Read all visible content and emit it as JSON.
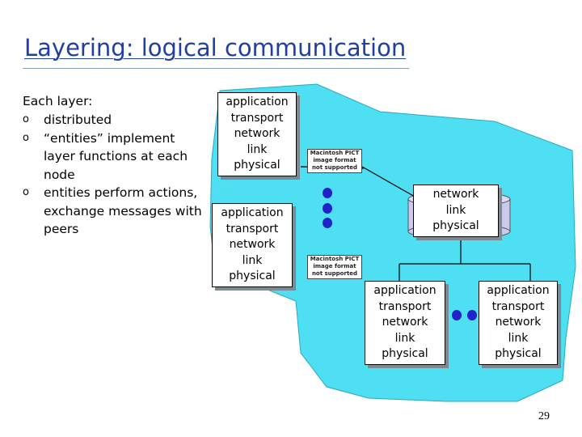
{
  "title": "Layering: logical communication",
  "intro": {
    "lead": "Each layer:",
    "bullets": [
      "distributed",
      "“entities” implement layer functions at each node",
      "entities perform actions, exchange messages with peers"
    ]
  },
  "stacks": {
    "top_left": [
      "application",
      "transport",
      "network",
      "link",
      "physical"
    ],
    "mid_left": [
      "application",
      "transport",
      "network",
      "link",
      "physical"
    ],
    "router": [
      "network",
      "link",
      "physical"
    ],
    "bottom_mid": [
      "application",
      "transport",
      "network",
      "link",
      "physical"
    ],
    "bottom_right": [
      "application",
      "transport",
      "network",
      "link",
      "physical"
    ]
  },
  "pict_placeholder": [
    "Macintosh PICT",
    "image format",
    "not supported"
  ],
  "page_number": "29",
  "colors": {
    "title": "#1f3ea6",
    "cloud": "#4ee0f2",
    "dots": "#2222c8",
    "router_fill": "#ccc8ee"
  }
}
